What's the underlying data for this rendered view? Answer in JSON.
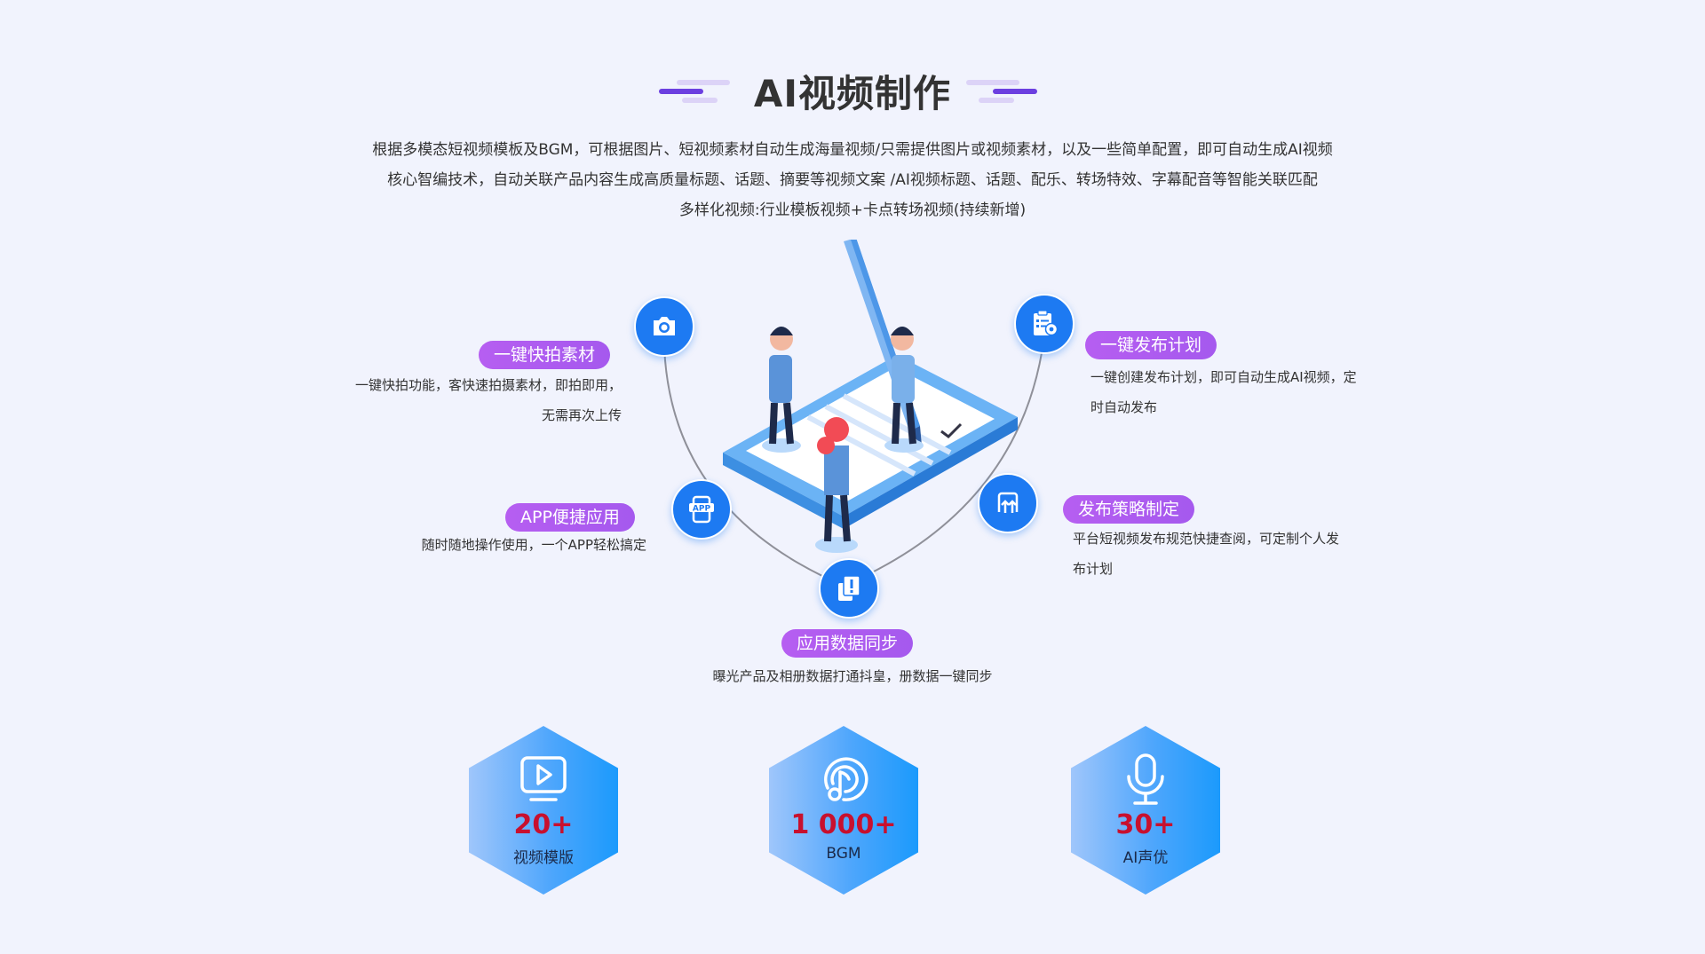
{
  "header": {
    "title": "AI视频制作",
    "desc_lines": [
      "根据多模态短视频模板及BGM，可根据图片、短视频素材自动生成海量视频/只需提供图片或视频素材，以及一些简单配置，即可自动生成AI视频",
      "核心智编技术，自动关联产品内容生成高质量标题、话题、摘要等视频文案 /AI视频标题、话题、配乐、转场特效、字幕配音等智能关联匹配",
      "多样化视频:行业模板视频+卡点转场视频(持续新增)"
    ]
  },
  "features": [
    {
      "title": "一键快拍素材",
      "lines": [
        "一键快拍功能，客快速拍摄素材，即拍即用，",
        "无需再次上传"
      ],
      "icon": "camera-icon"
    },
    {
      "title": "APP便捷应用",
      "lines": [
        "随时随地操作使用，一个APP轻松搞定"
      ],
      "icon": "app-icon"
    },
    {
      "title": "应用数据同步",
      "lines": [
        "曝光产品及相册数据打通抖皇，册数据一键同步"
      ],
      "icon": "sync-data-icon"
    },
    {
      "title": "一键发布计划",
      "lines": [
        "一键创建发布计划，即可自动生成AI视频，定",
        "时自动发布"
      ],
      "icon": "plan-icon"
    },
    {
      "title": "发布策略制定",
      "lines": [
        "平台短视频发布规范快捷查阅，可定制个人发",
        "布计划"
      ],
      "icon": "strategy-icon"
    }
  ],
  "app_icon_text": "APP",
  "stats": [
    {
      "value": "20+",
      "label": "视频模版",
      "icon": "video-play-icon"
    },
    {
      "value": "1 000+",
      "label": "BGM",
      "icon": "music-icon"
    },
    {
      "value": "30+",
      "label": "AI声优",
      "icon": "microphone-icon"
    }
  ],
  "colors": {
    "background": "#f1f3fd",
    "accent_blue": "#1d7af2",
    "pill_purple": "#b65ef1",
    "stat_red": "#c8102e",
    "deco_purple": "#6c3fe0"
  }
}
